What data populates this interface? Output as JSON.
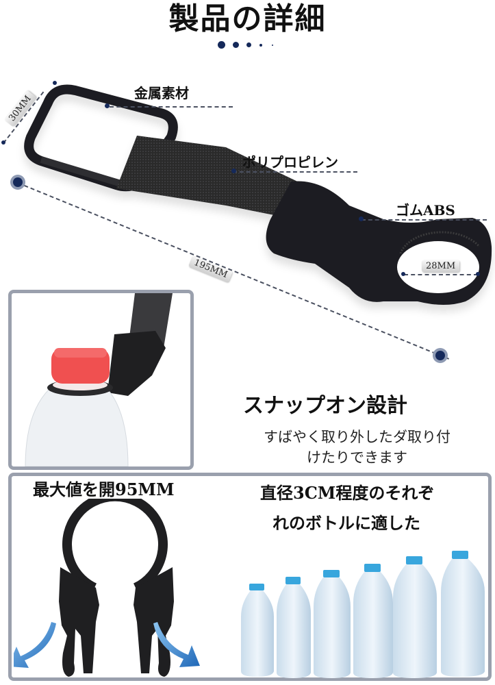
{
  "header": {
    "title": "製品の詳細",
    "dot_color": "#15295a"
  },
  "product_diagram": {
    "materials": [
      {
        "label": "金属素材",
        "part": "carabiner"
      },
      {
        "label": "ポリプロピレン",
        "part": "strap"
      },
      {
        "label": "ゴムABS",
        "part": "bottle-clip"
      }
    ],
    "dimensions": {
      "width": "30MM",
      "length": "195MM",
      "ring_diameter": "28MM"
    }
  },
  "snap_on_section": {
    "title": "スナップオン設計",
    "description_line1": "すばやく取り外したダ取り付",
    "description_line2": "けたりできます",
    "bottle_cap_color": "#f05050"
  },
  "open_section": {
    "title": "最大値を開95MM",
    "arrow_color": "#2b79c9"
  },
  "compatibility_section": {
    "title_line1": "直径3CM程度のそれぞ",
    "title_line2": "れのボトルに適した",
    "bottle_count": 6,
    "bottle_cap_color": "#38a6dd"
  },
  "colors": {
    "frame_border": "#9aa0ad",
    "accent_navy": "#15295a",
    "product_black": "#1f1f21"
  }
}
